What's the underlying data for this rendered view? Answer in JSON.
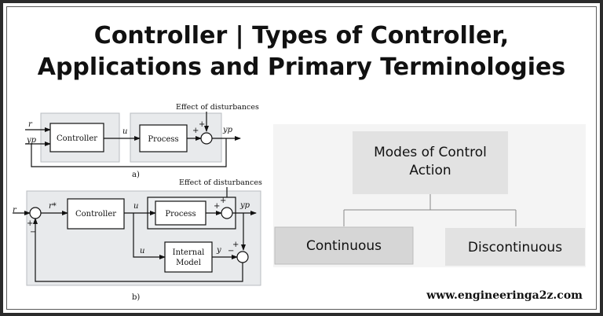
{
  "title": {
    "line1": "Controller | Types of Controller,",
    "line2": "Applications and Primary Terminologies"
  },
  "diagram_a": {
    "caption": "a)",
    "disturbance_label": "Effect of disturbances",
    "input_r": "r",
    "input_yp": "yp",
    "controller": "Controller",
    "signal_u": "u",
    "process": "Process",
    "plus1": "+",
    "plus2": "+",
    "output_yp": "yp"
  },
  "diagram_b": {
    "caption": "b)",
    "disturbance_label": "Effect of disturbances",
    "input_r": "r",
    "signal_rstar": "r*",
    "sum_plus": "+",
    "sum_minus": "−",
    "controller": "Controller",
    "signal_u_top": "u",
    "process": "Process",
    "plus1": "+",
    "plus2": "+",
    "output_yp": "yp",
    "signal_u_bottom": "u",
    "internal_model_line1": "Internal",
    "internal_model_line2": "Model",
    "signal_y": "y",
    "minus": "−",
    "plus3": "+"
  },
  "modes": {
    "root": {
      "line1": "Modes of Control",
      "line2": "Action"
    },
    "continuous": "Continuous",
    "discontinuous": "Discontinuous"
  },
  "website": "www.engineeringa2z.com",
  "colors": {
    "shade": "#e8eaec",
    "box_gray": "#e2e2e2",
    "box_dark": "#d6d6d6",
    "text": "#111111"
  }
}
